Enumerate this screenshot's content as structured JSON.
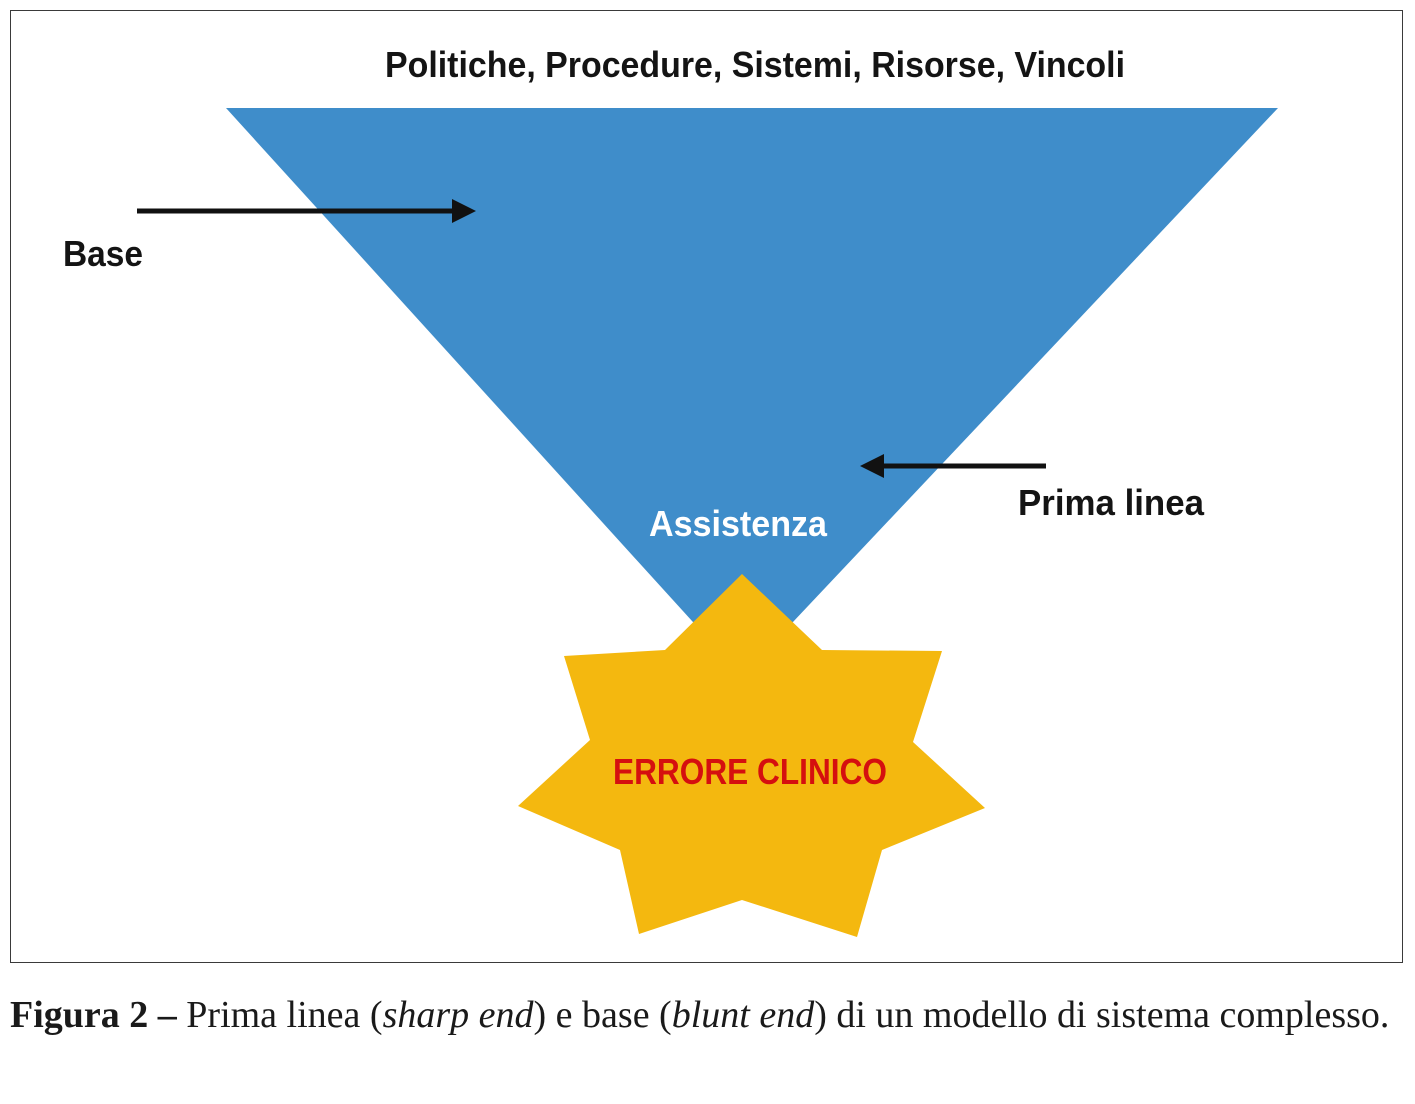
{
  "diagram": {
    "top_label": "Politiche, Procedure, Sistemi, Risorse, Vincoli",
    "base_label": "Base",
    "front_line_label": "Prima linea",
    "triangle_label": "Assistenza",
    "star_label": "ERRORE CLINICO",
    "colors": {
      "triangle": "#3f8dca",
      "star": "#f4b80f",
      "star_text": "#d50f0f",
      "arrows": "#111111",
      "label_text": "#141414",
      "triangle_text": "#ffffff",
      "frame": "#3a3a3a"
    }
  },
  "caption": {
    "label": "Figura 2 –",
    "t1": " Prima linea (",
    "i1": "sharp end",
    "t2": ") e base (",
    "i2": "blunt end",
    "t3": ") di un modello di sistema complesso."
  }
}
